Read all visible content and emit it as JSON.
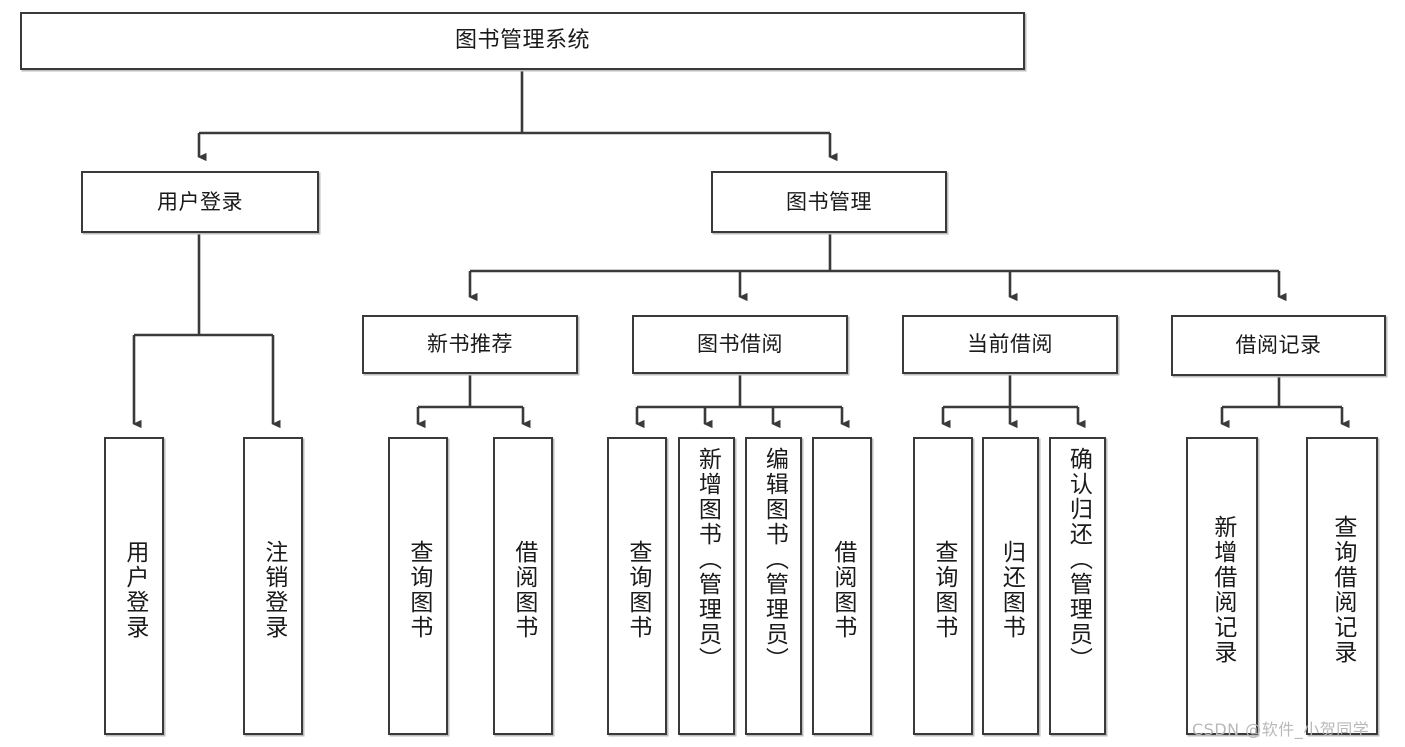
{
  "diagram": {
    "type": "hierarchy-tree",
    "title": "图书管理系统",
    "root": {
      "label": "图书管理系统"
    },
    "level2": [
      {
        "label": "用户登录"
      },
      {
        "label": "图书管理"
      }
    ],
    "level3": [
      {
        "label": "新书推荐"
      },
      {
        "label": "图书借阅"
      },
      {
        "label": "当前借阅"
      },
      {
        "label": "借阅记录"
      }
    ],
    "leaves": {
      "user_login": [
        {
          "label": "用户登录"
        },
        {
          "label": "注销登录"
        }
      ],
      "new_book_recommend": [
        {
          "label": "查询图书"
        },
        {
          "label": "借阅图书"
        }
      ],
      "book_borrow": [
        {
          "label": "查询图书"
        },
        {
          "label": "新增图书（管理员）"
        },
        {
          "label": "编辑图书（管理员）"
        },
        {
          "label": "借阅图书"
        }
      ],
      "current_borrow": [
        {
          "label": "查询图书"
        },
        {
          "label": "归还图书"
        },
        {
          "label": "确认归还（管理员）"
        }
      ],
      "borrow_record": [
        {
          "label": "新增借阅记录"
        },
        {
          "label": "查询借阅记录"
        }
      ]
    }
  },
  "watermark": {
    "text": "CSDN @软件_小贺同学"
  },
  "colors": {
    "stroke": "#3a3a3a",
    "fill": "#ffffff",
    "text": "#1a1a1a",
    "watermark": "#b9b9b9"
  }
}
